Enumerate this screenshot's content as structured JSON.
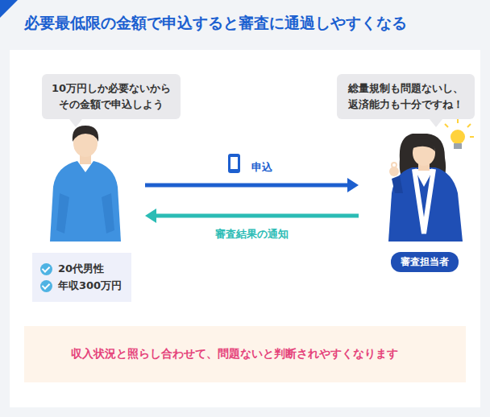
{
  "diagram": {
    "title": "必要最低限の金額で申込すると審査に通過しやすくなる",
    "nodes": [
      {
        "text": [
          "10万円しか必要ないから その金額で申込しよう"
        ]
      },
      {
        "text": [
          "総量規制も問題ないし、 返済能力も十分ですね！"
        ]
      },
      {
        "text": [
          "20代男性",
          "年収300万円"
        ]
      },
      {
        "text": [
          "審査担当者"
        ]
      },
      {
        "text": [
          "収入状況と照らし合わせて、問題ないと判断されやすくなります"
        ]
      }
    ],
    "edges": [
      {
        "from": 2,
        "to": 3,
        "label": "申込",
        "arrow": "to"
      },
      {
        "from": 3,
        "to": 2,
        "label": "審査結果の通知",
        "arrow": "to"
      }
    ]
  }
}
